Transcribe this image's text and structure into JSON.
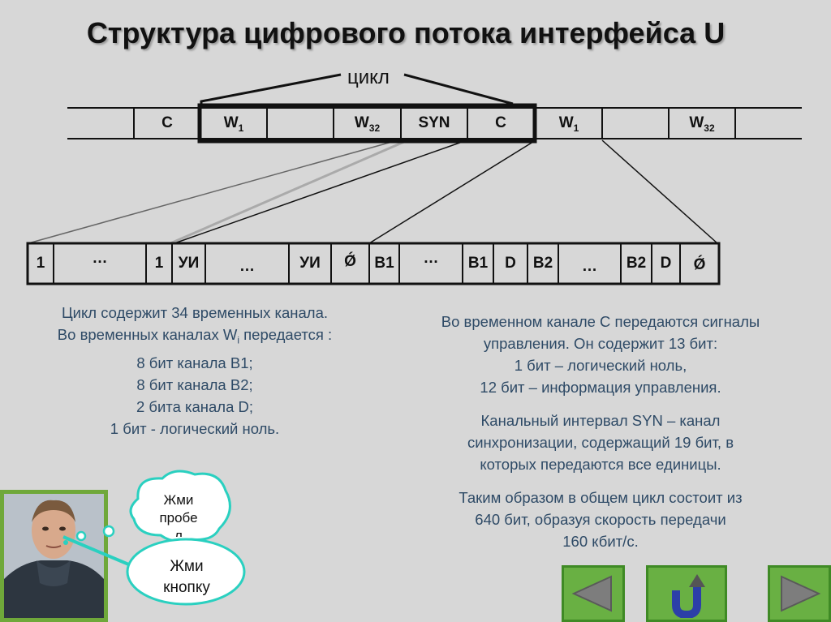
{
  "title": "Структура цифрового потока интерфейса U",
  "cycle_label": "цикл",
  "top_strip": {
    "cells": [
      {
        "main": "",
        "sub": ""
      },
      {
        "main": "C",
        "sub": ""
      },
      {
        "main": "W",
        "sub": "1"
      },
      {
        "main": "",
        "sub": ""
      },
      {
        "main": "W",
        "sub": "32"
      },
      {
        "main": "SYN",
        "sub": ""
      },
      {
        "main": "C",
        "sub": ""
      },
      {
        "main": "W",
        "sub": "1"
      },
      {
        "main": "",
        "sub": ""
      },
      {
        "main": "W",
        "sub": "32"
      },
      {
        "main": "",
        "sub": ""
      }
    ]
  },
  "bottom_strip": {
    "cells": [
      "1",
      "…",
      "1",
      "УИ",
      "…",
      "УИ",
      "Ǿ",
      "B1",
      "…",
      "B1",
      "D",
      "B2",
      "…",
      "B2",
      "D",
      "Ǿ"
    ]
  },
  "left_text": {
    "line1": "Цикл содержит 34 временных канала.",
    "line2_pre": "Во временных каналах W",
    "line2_sub": "i",
    "line2_post": " передается :",
    "line3": "8 бит канала В1;",
    "line4": "8 бит канала В2;",
    "line5": "2 бита канала D;",
    "line6": "1 бит - логический ноль."
  },
  "right_text": {
    "p1": [
      "Во временном канале С передаются сигналы",
      "управления. Он содержит 13 бит:",
      "1 бит – логический ноль,",
      "12 бит – информация управления."
    ],
    "p2": [
      "Канальный интервал SYN – канал",
      "синхронизации, содержащий 19 бит, в",
      "которых передаются все единицы."
    ],
    "p3": [
      "Таким образом в общем цикл состоит из",
      "640 бит, образуя скорость передачи",
      "160 кбит/с."
    ]
  },
  "bubble_small": {
    "line1": "Жми",
    "line2": "пробе",
    "line3": "л"
  },
  "bubble_large": {
    "line1": "Жми",
    "line2": "кнопку"
  },
  "nav": {
    "prev_icon": "triangle-left-icon",
    "home_icon": "u-turn-icon",
    "next_icon": "triangle-right-icon"
  },
  "colors": {
    "background": "#d7d7d7",
    "text_blue": "#2e4a66",
    "nav_green": "#69b043",
    "nav_arrow": "#7d7d7d"
  }
}
